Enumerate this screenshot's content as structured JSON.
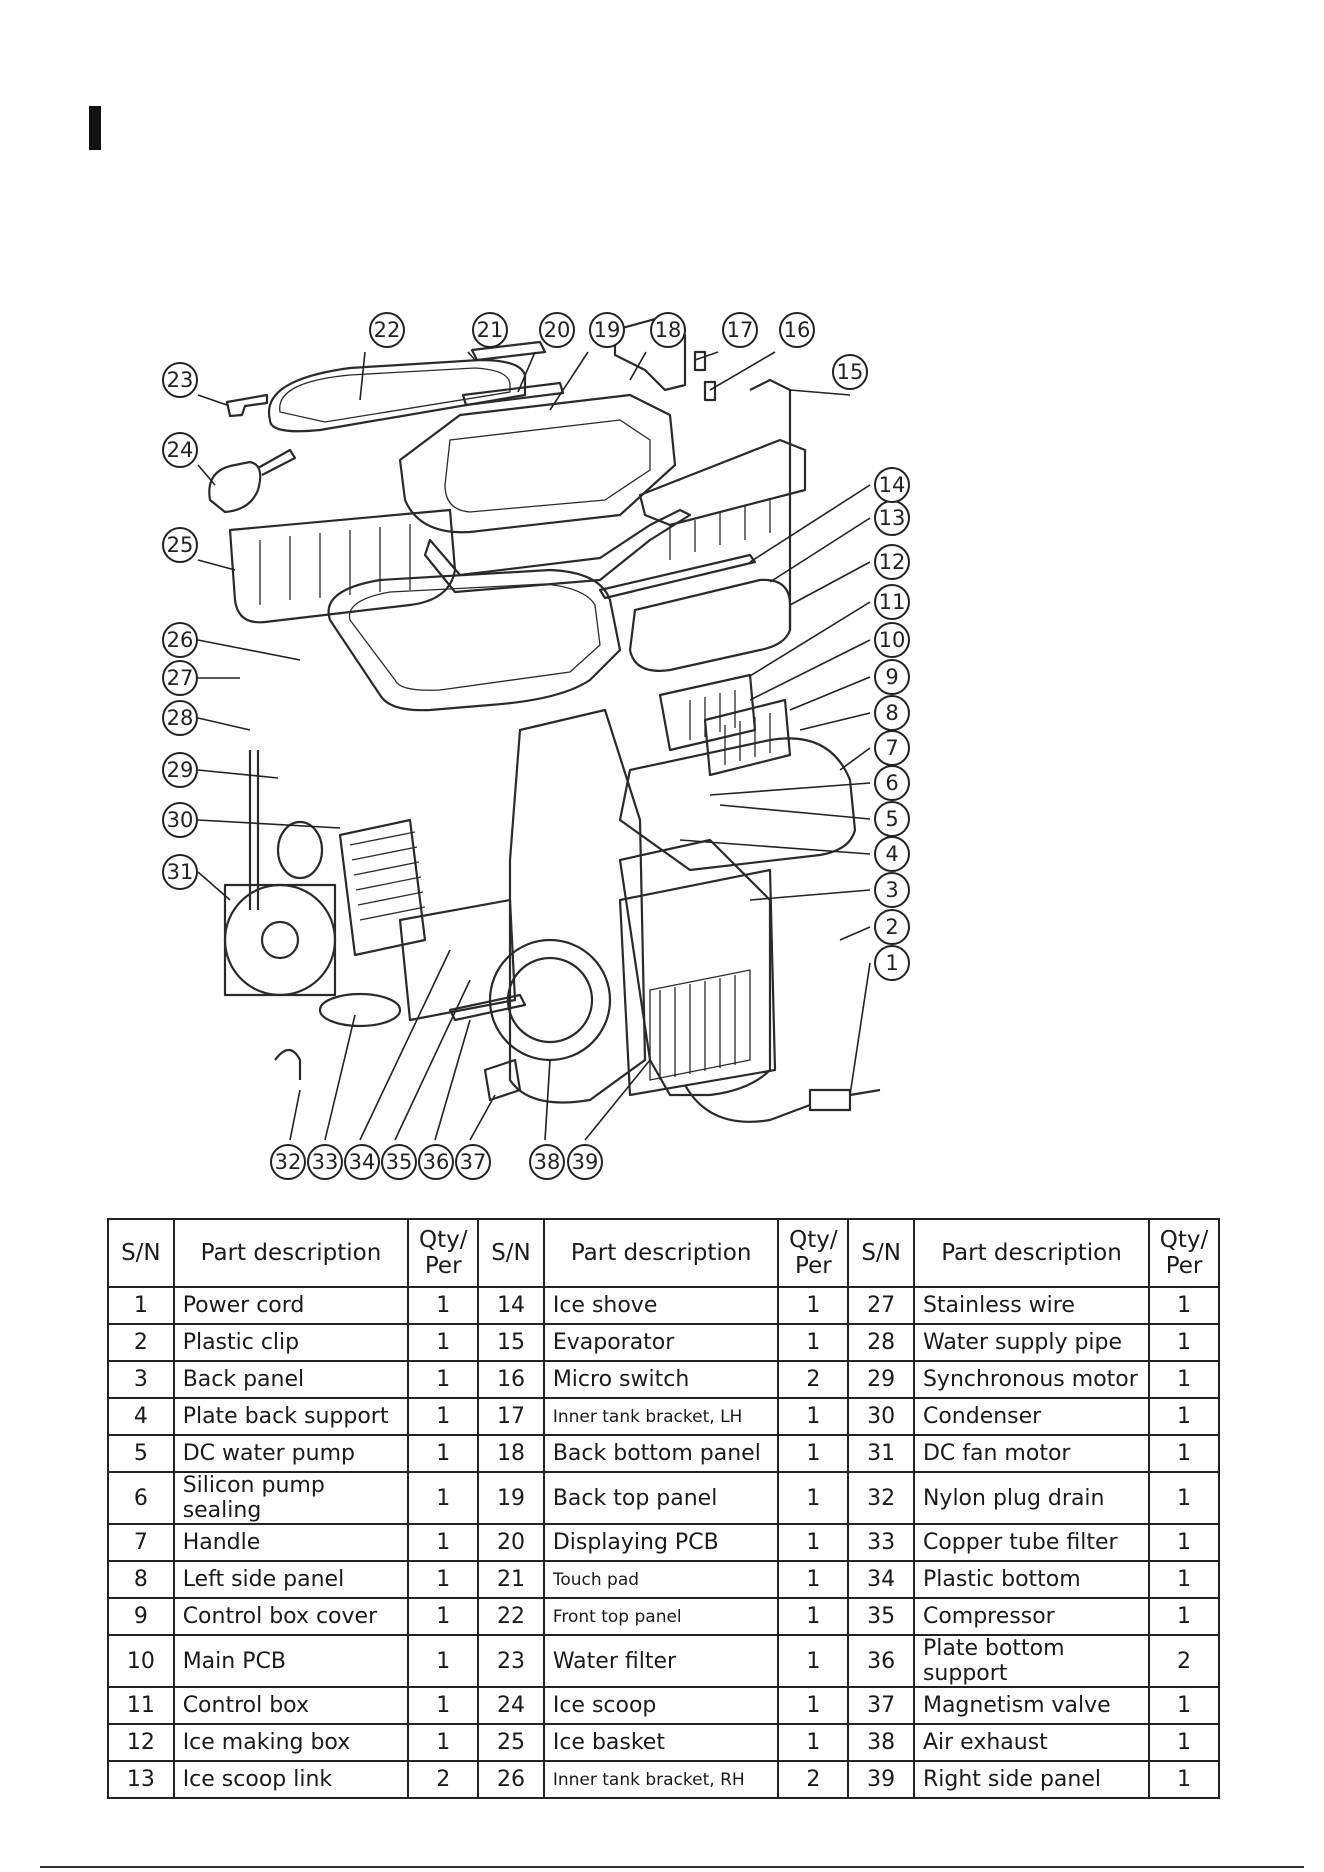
{
  "columns": {
    "sn": "S/N",
    "desc": "Part description",
    "qty_line1": "Qty/",
    "qty_line2": "Per"
  },
  "callout_numbers": [
    "1",
    "2",
    "3",
    "4",
    "5",
    "6",
    "7",
    "8",
    "9",
    "10",
    "11",
    "12",
    "13",
    "14",
    "15",
    "16",
    "17",
    "18",
    "19",
    "20",
    "21",
    "22",
    "23",
    "24",
    "25",
    "26",
    "27",
    "28",
    "29",
    "30",
    "31",
    "32",
    "33",
    "34",
    "35",
    "36",
    "37",
    "38",
    "39"
  ],
  "parts": [
    {
      "sn": "1",
      "desc": "Power cord",
      "qty": "1"
    },
    {
      "sn": "2",
      "desc": "Plastic clip",
      "qty": "1"
    },
    {
      "sn": "3",
      "desc": "Back panel",
      "qty": "1"
    },
    {
      "sn": "4",
      "desc": "Plate back support",
      "qty": "1"
    },
    {
      "sn": "5",
      "desc": "DC water pump",
      "qty": "1"
    },
    {
      "sn": "6",
      "desc": "Silicon pump sealing",
      "qty": "1"
    },
    {
      "sn": "7",
      "desc": "Handle",
      "qty": "1"
    },
    {
      "sn": "8",
      "desc": "Left side panel",
      "qty": "1"
    },
    {
      "sn": "9",
      "desc": "Control box cover",
      "qty": "1"
    },
    {
      "sn": "10",
      "desc": "Main PCB",
      "qty": "1"
    },
    {
      "sn": "11",
      "desc": "Control box",
      "qty": "1"
    },
    {
      "sn": "12",
      "desc": "Ice making box",
      "qty": "1"
    },
    {
      "sn": "13",
      "desc": "Ice scoop link",
      "qty": "2"
    },
    {
      "sn": "14",
      "desc": "Ice shove",
      "qty": "1"
    },
    {
      "sn": "15",
      "desc": "Evaporator",
      "qty": "1"
    },
    {
      "sn": "16",
      "desc": "Micro switch",
      "qty": "2"
    },
    {
      "sn": "17",
      "desc": "Inner tank bracket, LH",
      "qty": "1"
    },
    {
      "sn": "18",
      "desc": "Back bottom panel",
      "qty": "1"
    },
    {
      "sn": "19",
      "desc": "Back top panel",
      "qty": "1"
    },
    {
      "sn": "20",
      "desc": "Displaying PCB",
      "qty": "1"
    },
    {
      "sn": "21",
      "desc": "Touch pad",
      "qty": "1"
    },
    {
      "sn": "22",
      "desc": "Front top panel",
      "qty": "1"
    },
    {
      "sn": "23",
      "desc": "Water filter",
      "qty": "1"
    },
    {
      "sn": "24",
      "desc": "Ice scoop",
      "qty": "1"
    },
    {
      "sn": "25",
      "desc": "Ice basket",
      "qty": "1"
    },
    {
      "sn": "26",
      "desc": "Inner tank bracket, RH",
      "qty": "2"
    },
    {
      "sn": "27",
      "desc": "Stainless wire",
      "qty": "1"
    },
    {
      "sn": "28",
      "desc": "Water supply pipe",
      "qty": "1"
    },
    {
      "sn": "29",
      "desc": "Synchronous motor",
      "qty": "1"
    },
    {
      "sn": "30",
      "desc": "Condenser",
      "qty": "1"
    },
    {
      "sn": "31",
      "desc": "DC fan motor",
      "qty": "1"
    },
    {
      "sn": "32",
      "desc": "Nylon plug drain",
      "qty": "1"
    },
    {
      "sn": "33",
      "desc": "Copper tube filter",
      "qty": "1"
    },
    {
      "sn": "34",
      "desc": "Plastic bottom",
      "qty": "1"
    },
    {
      "sn": "35",
      "desc": "Compressor",
      "qty": "1"
    },
    {
      "sn": "36",
      "desc": "Plate bottom support",
      "qty": "2"
    },
    {
      "sn": "37",
      "desc": "Magnetism valve",
      "qty": "1"
    },
    {
      "sn": "38",
      "desc": "Air exhaust",
      "qty": "1"
    },
    {
      "sn": "39",
      "desc": "Right side panel",
      "qty": "1"
    }
  ]
}
